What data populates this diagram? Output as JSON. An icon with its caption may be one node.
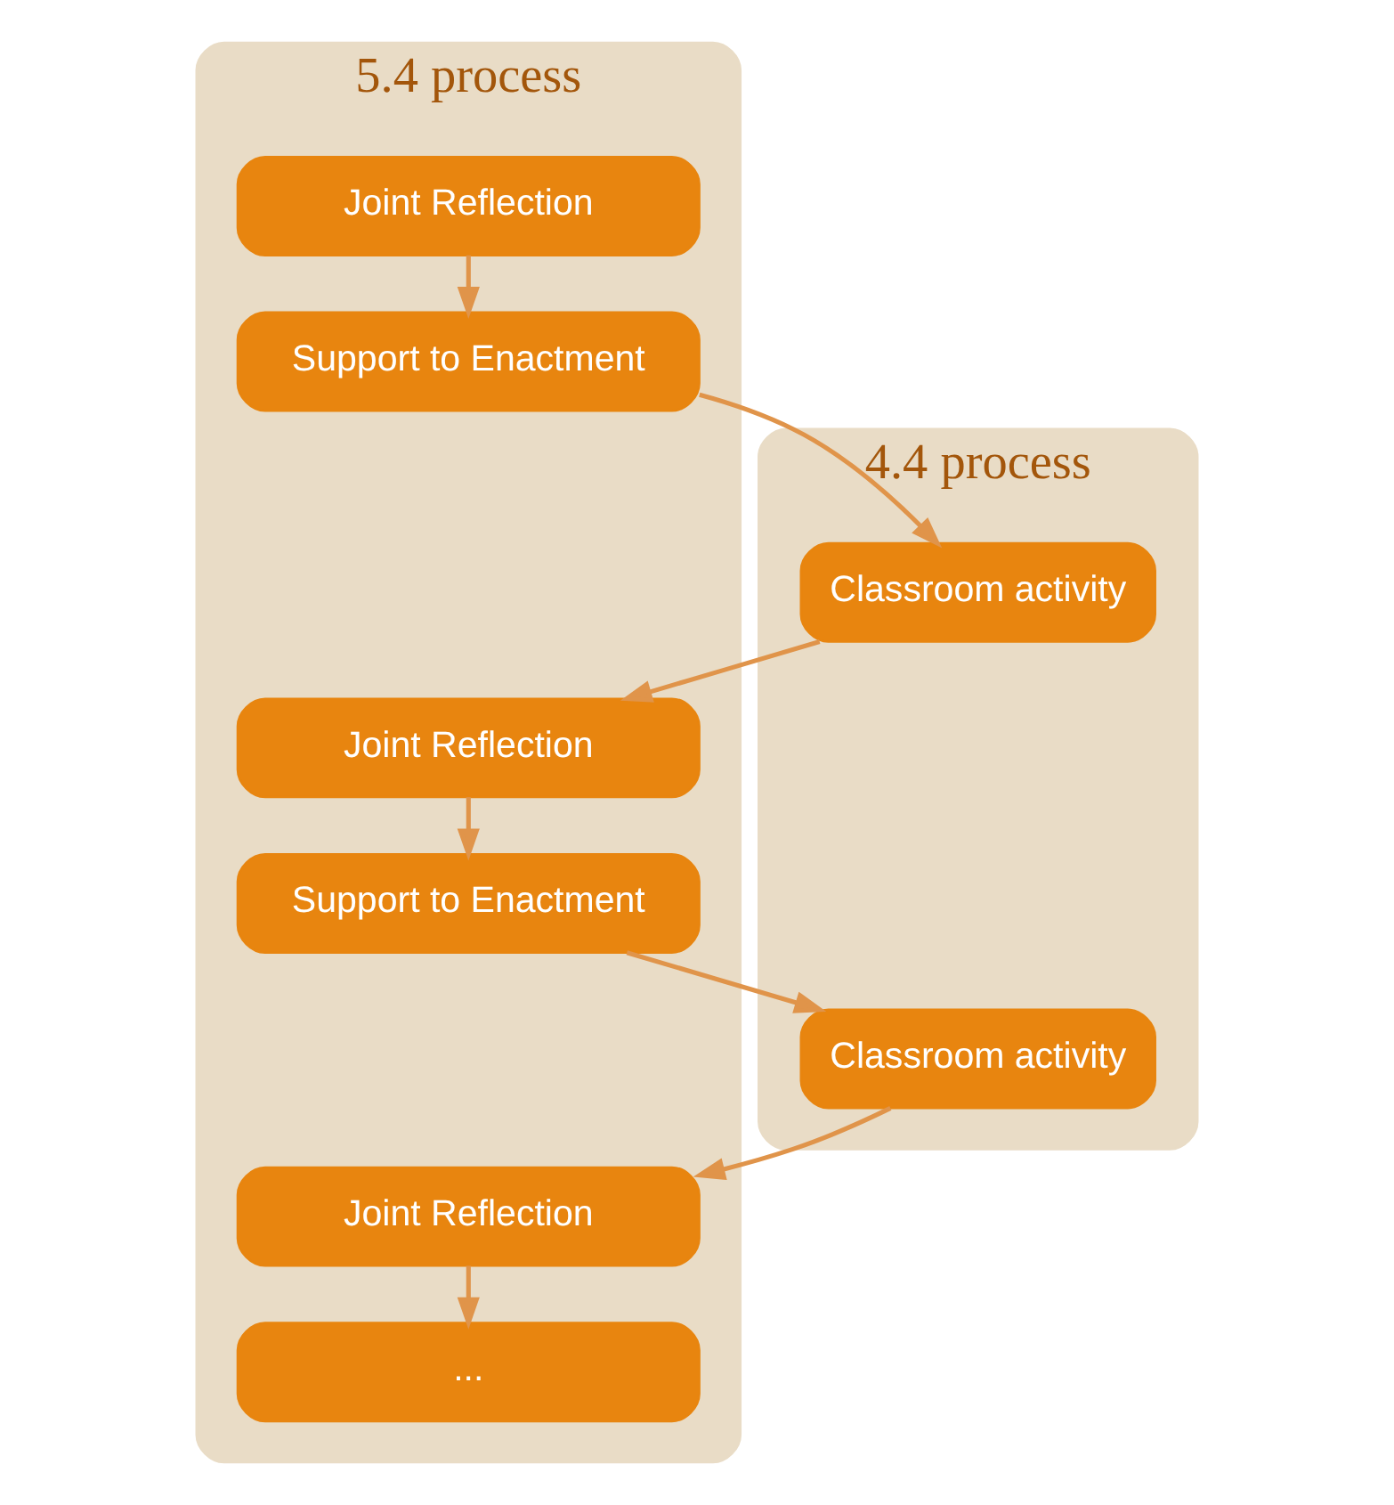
{
  "diagram": {
    "nodes": [
      {
        "text": [
          "4.4 process"
        ]
      },
      {
        "text": [
          "5.4 process"
        ]
      },
      {
        "text": [
          "Joint Reflection"
        ],
        "in": 1
      },
      {
        "text": [
          "Support to Enactment"
        ],
        "in": 1
      },
      {
        "text": [
          "Classroom activity"
        ],
        "in": 0
      },
      {
        "text": [
          "Joint Reflection"
        ],
        "in": 1
      },
      {
        "text": [
          "Support to Enactment"
        ],
        "in": 1
      },
      {
        "text": [
          "Classroom activity"
        ],
        "in": 0
      },
      {
        "text": [
          "Joint Reflection"
        ],
        "in": 1
      },
      {
        "text": [
          "..."
        ],
        "in": 1
      }
    ],
    "edges": [
      {
        "from": 2,
        "to": 3,
        "arrow": "to"
      },
      {
        "from": 3,
        "to": 4,
        "arrow": "to"
      },
      {
        "from": 4,
        "to": 5,
        "arrow": "to"
      },
      {
        "from": 5,
        "to": 6,
        "arrow": "to"
      },
      {
        "from": 6,
        "to": 7,
        "arrow": "to"
      },
      {
        "from": 7,
        "to": 8,
        "arrow": "to"
      },
      {
        "from": 8,
        "to": 9,
        "arrow": "to"
      }
    ]
  }
}
